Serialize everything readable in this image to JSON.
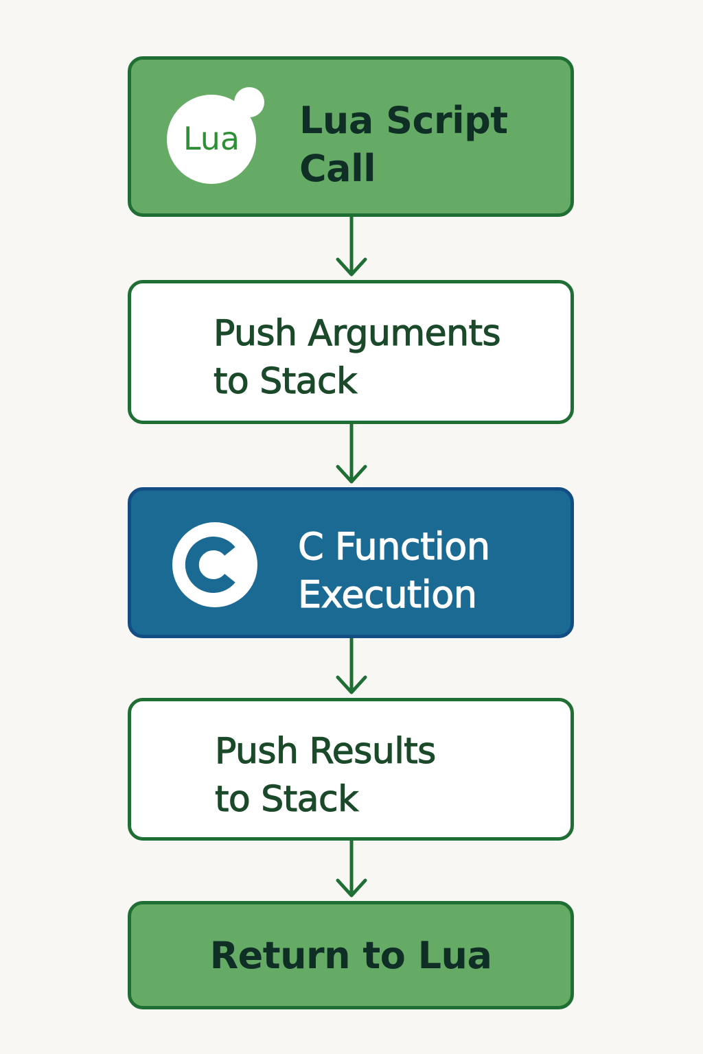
{
  "diagram": {
    "steps": [
      {
        "lines": [
          "Lua Script",
          "Call"
        ],
        "style": "green",
        "icon": "lua-logo-icon",
        "icon_text": "Lua"
      },
      {
        "lines": [
          "Push Arguments",
          "to Stack"
        ],
        "style": "white"
      },
      {
        "lines": [
          "C Function",
          "Execution"
        ],
        "style": "blue",
        "icon": "c-logo-icon"
      },
      {
        "lines": [
          "Push Results",
          "to Stack"
        ],
        "style": "white"
      },
      {
        "lines": [
          "Return to Lua"
        ],
        "style": "green"
      }
    ],
    "connectors": [
      "arrow-down-icon",
      "arrow-down-icon",
      "arrow-down-icon",
      "arrow-down-icon"
    ],
    "colors": {
      "background": "#f8f7f3",
      "green_fill": "#66ab65",
      "blue_fill": "#1b6a93",
      "border_green": "#1f6e34",
      "border_blue": "#124e84",
      "lua_text": "#2f8f34"
    }
  }
}
